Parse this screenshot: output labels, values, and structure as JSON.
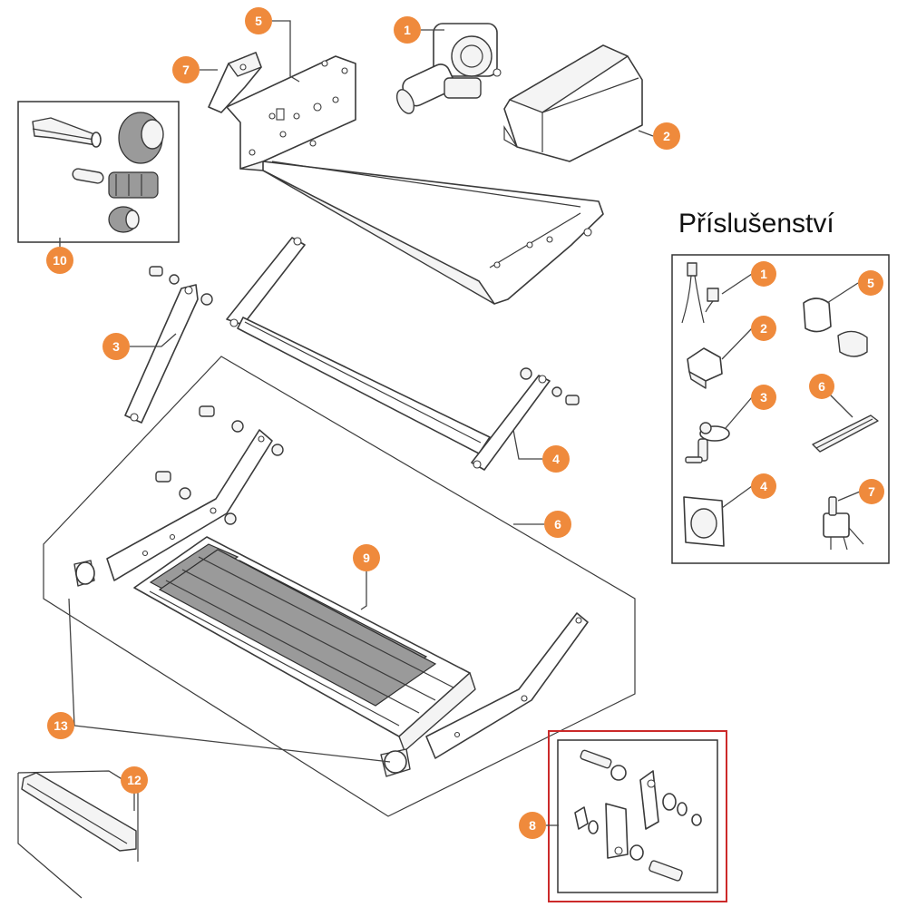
{
  "accessories_heading": "Příslušenství",
  "callout_color": "#ef8a3c",
  "highlight_color": "#cc2a2a",
  "main_callouts": [
    "1",
    "2",
    "3",
    "4",
    "5",
    "6",
    "7",
    "8",
    "9",
    "10",
    "12",
    "13"
  ],
  "accessory_callouts": [
    "1",
    "2",
    "3",
    "4",
    "5",
    "6",
    "7"
  ]
}
